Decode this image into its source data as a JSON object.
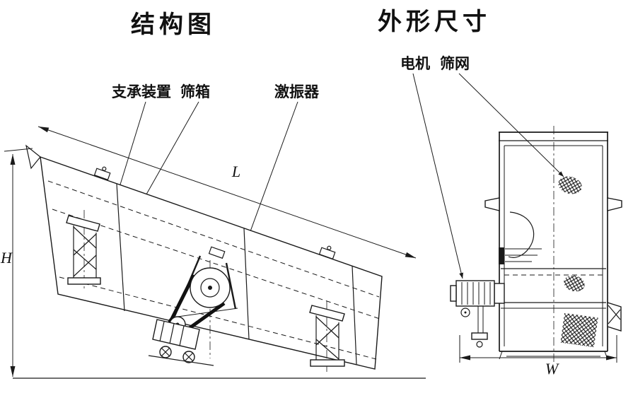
{
  "titles": {
    "structure": "结构图",
    "outline": "外形尺寸"
  },
  "labels": {
    "support_device": "支承装置",
    "screen_box": "筛箱",
    "exciter": "激振器",
    "motor": "电机",
    "screen_mesh": "筛网"
  },
  "dimensions": {
    "length": "L",
    "height": "H",
    "width": "W"
  },
  "colors": {
    "line": "#1a1a1a",
    "background": "#ffffff"
  }
}
